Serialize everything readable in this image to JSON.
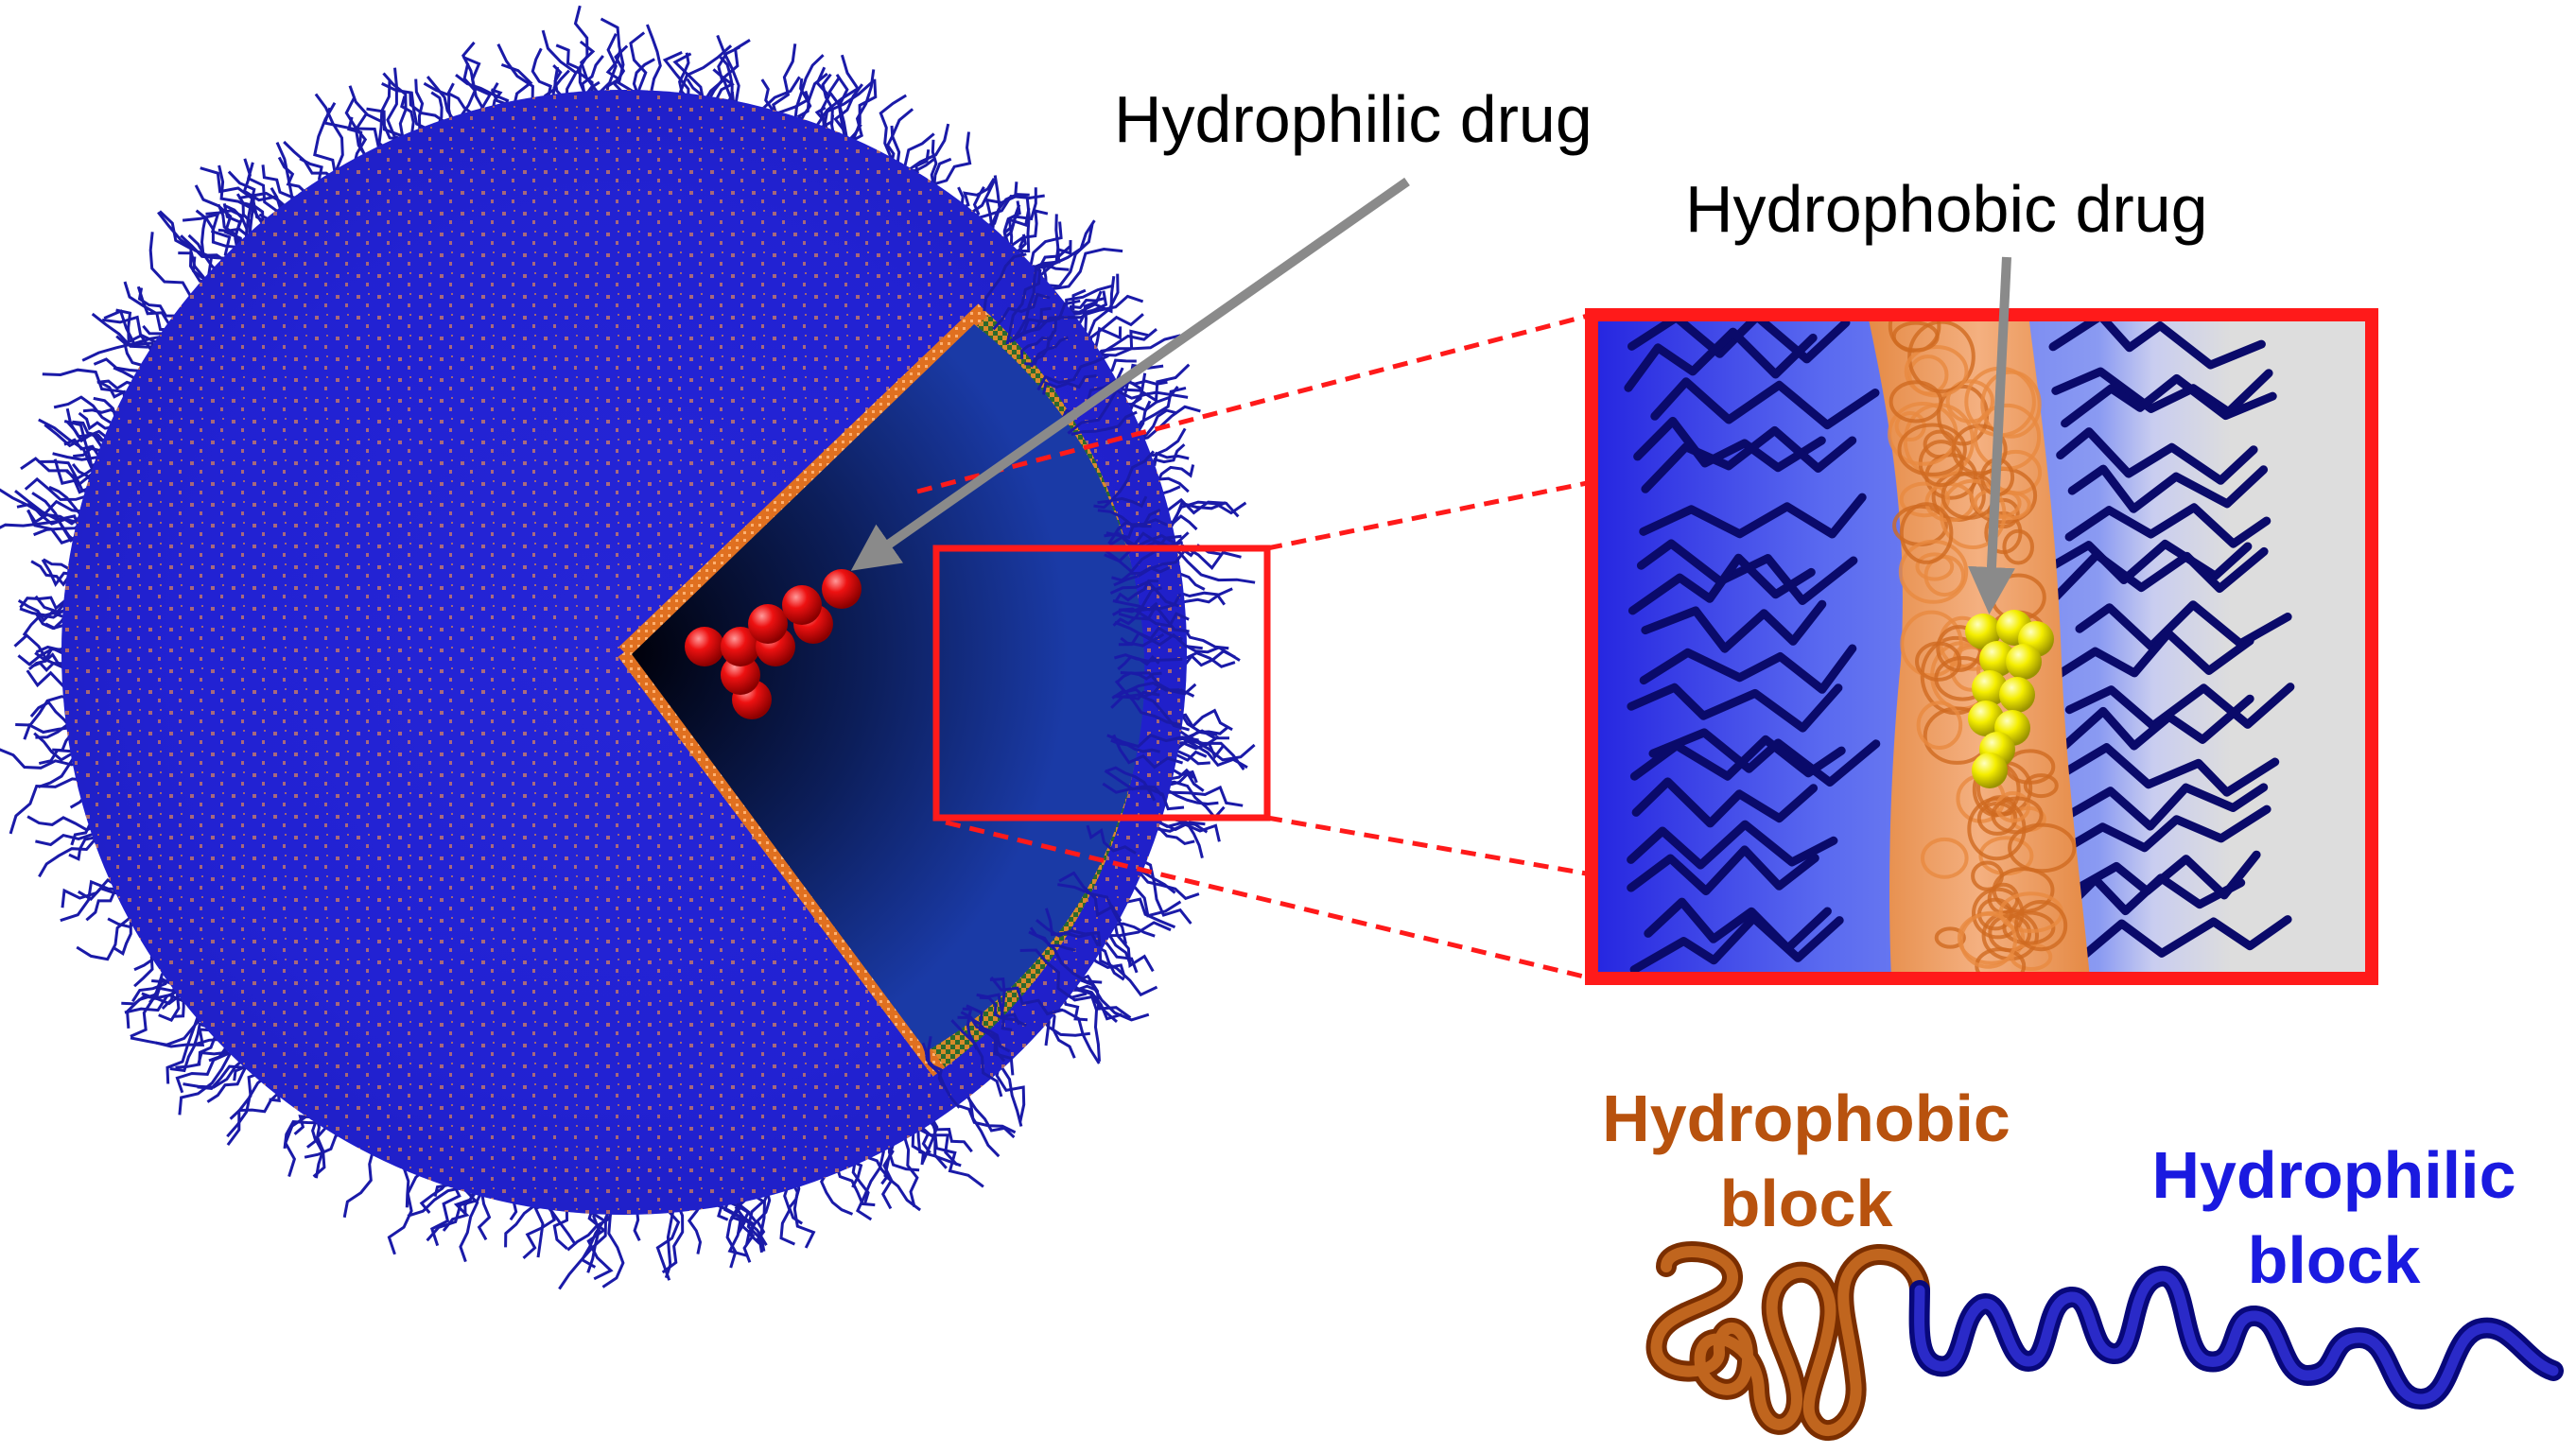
{
  "labels": {
    "hydrophilic_drug": "Hydrophilic drug",
    "hydrophobic_drug": "Hydrophobic drug",
    "hydrophobic_block_line1": "Hydrophobic",
    "hydrophobic_block_line2": "block",
    "hydrophilic_block_line1": "Hydrophilic",
    "hydrophilic_block_line2": "block"
  },
  "colors": {
    "hydrophilic_chain": "#1a1aa8",
    "hydrophobic_chain": "#b8520e",
    "hydrophobic_text": "#b8520e",
    "hydrophilic_text": "#1a1ae0",
    "zoom_frame": "#ff1a1a",
    "hydrophilic_drug_particle": "#e00000",
    "hydrophobic_drug_particle": "#f2ee00",
    "membrane": "#f0a060",
    "arrow": "#8a8a8a"
  }
}
